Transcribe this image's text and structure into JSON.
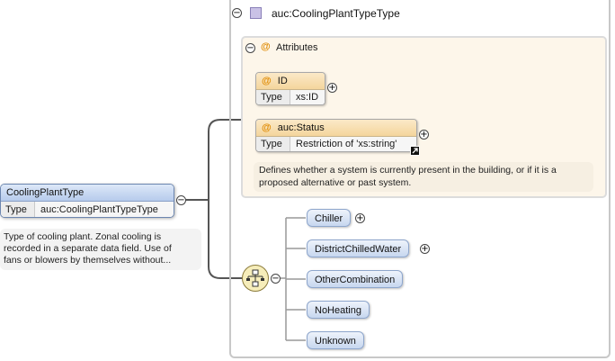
{
  "root": {
    "name": "CoolingPlantType",
    "type_key": "Type",
    "type_value": "auc:CoolingPlantTypeType",
    "annotation_lines": [
      "Type of cooling plant. Zonal cooling is",
      "recorded in a separate data field. Use of",
      "fans or blowers by themselves without..."
    ]
  },
  "complex_type": {
    "title": "auc:CoolingPlantTypeType",
    "attributes_label": "Attributes",
    "attributes": [
      {
        "name": "ID",
        "type_key": "Type",
        "type_value": "xs:ID"
      },
      {
        "name": "auc:Status",
        "type_key": "Type",
        "type_value": "Restriction of 'xs:string'"
      }
    ],
    "status_annotation_lines": [
      "Defines whether a system is currently present in the building, or if it is a",
      "proposed alternative or past system."
    ]
  },
  "choices": [
    "Chiller",
    "DistrictChilledWater",
    "OtherCombination",
    "NoHeating",
    "Unknown"
  ],
  "symbols": {
    "at": "@",
    "collapse": "−",
    "expand": "+"
  },
  "colors": {
    "element_header": "#b6cbec",
    "attribute_header": "#f4d59c",
    "attribute_frame": "#fdf6ea",
    "choice_node": "#f6edba",
    "type_icon": "#c9c1e6"
  }
}
